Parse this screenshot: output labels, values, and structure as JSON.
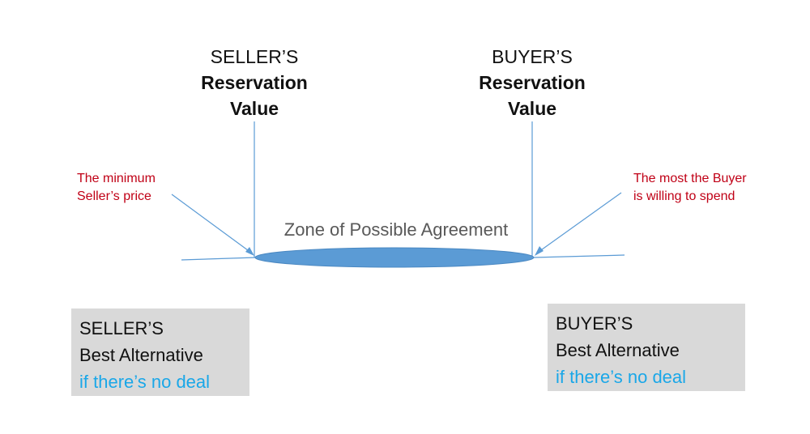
{
  "seller_rv": {
    "line1": "SELLER’S",
    "line2": "Reservation",
    "line3": "Value"
  },
  "buyer_rv": {
    "line1": "BUYER’S",
    "line2": "Reservation",
    "line3": "Value"
  },
  "seller_annotation": {
    "line1": "The minimum",
    "line2": "Seller’s price"
  },
  "buyer_annotation": {
    "line1": "The most the Buyer",
    "line2": "is willing to spend"
  },
  "zopa_label": "Zone of Possible Agreement",
  "seller_alternative": {
    "line1": "SELLER’S",
    "line2": "Best Alternative",
    "line3": "if there’s no deal"
  },
  "buyer_alternative": {
    "line1": "BUYER’S",
    "line2": "Best Alternative",
    "line3": "if there’s no deal"
  },
  "colors": {
    "line": "#5b9bd5",
    "zopa_fill": "#5b9bd5",
    "annotation_text": "#c00016",
    "highlight_text": "#1aa7e8",
    "box_fill": "#d9d9d9"
  }
}
